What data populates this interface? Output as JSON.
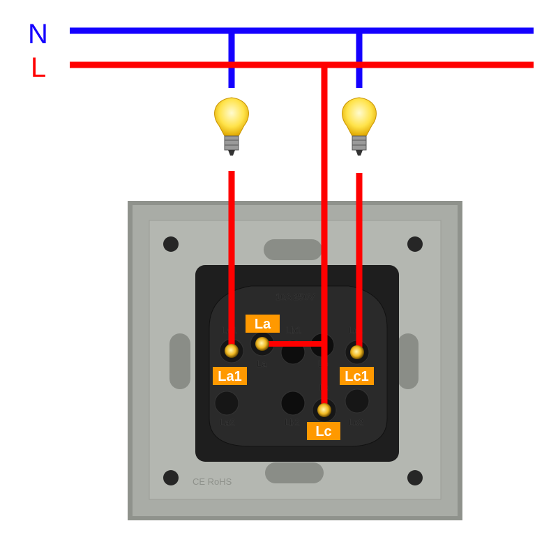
{
  "bus": {
    "neutral": {
      "label": "N",
      "color": "#1400ff"
    },
    "live": {
      "label": "L",
      "color": "#ff0000"
    }
  },
  "bulbs": [
    {
      "icon": "light-bulb-icon"
    },
    {
      "icon": "light-bulb-icon"
    }
  ],
  "switch": {
    "rating": "10A 250V",
    "marks": [
      "CE RoHS"
    ],
    "embossed_terminals": [
      "La1",
      "La",
      "Lb1",
      "Lb",
      "Lc1",
      "La2",
      "Lb2",
      "Lc",
      "Lc2"
    ]
  },
  "terminal_labels": {
    "la": "La",
    "la1": "La1",
    "lc1": "Lc1",
    "lc": "Lc"
  },
  "colors": {
    "label_bg": "#ff9900",
    "plate": "#a9aca6",
    "module": "#1e1e1e"
  }
}
